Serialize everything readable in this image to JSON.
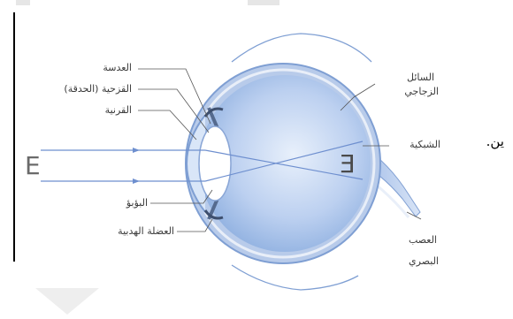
{
  "labels": {
    "lens": "العدسة",
    "iris_pupil": "القزحية (الحدقة)",
    "cornea": "القرنية",
    "pupil": "البؤبؤ",
    "ciliary_muscle": "العضلة الهدبية",
    "vitreous_line1": "السائل",
    "vitreous_line2": "الزجاجي",
    "retina": "الشبكية",
    "optic_nerve_line1": "العصب",
    "optic_nerve_line2": "البصري"
  },
  "object_letter": "E",
  "image_letter": "E",
  "side_text": "ين.",
  "colors": {
    "eyeball_fill": "#c9d9f2",
    "eyeball_shade": "#8fb0e0",
    "ray": "#6e8fcf",
    "rule": "#000000"
  }
}
